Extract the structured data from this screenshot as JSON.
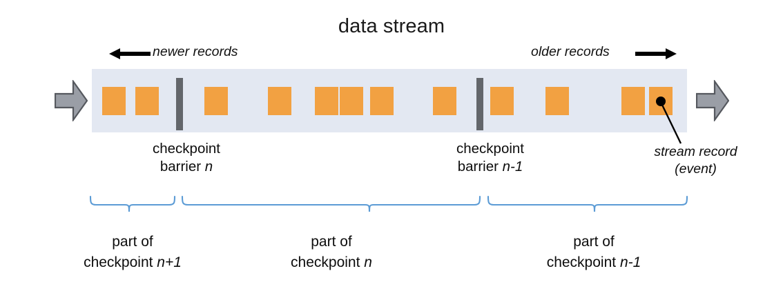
{
  "diagram": {
    "title": "data stream",
    "direction_labels": {
      "newer": "newer records",
      "older": "older records"
    },
    "band": {
      "color": "#e3e8f2",
      "record_color": "#f2a142",
      "barrier_color": "#63666b",
      "flow_arrow_color": "#9a9ea6",
      "brace_color": "#5b9bd5"
    },
    "barriers": [
      {
        "line1": "checkpoint",
        "line2_prefix": "barrier ",
        "line2_italic": "n"
      },
      {
        "line1": "checkpoint",
        "line2_prefix": "barrier ",
        "line2_italic": "n-1"
      }
    ],
    "record_callout": {
      "line1": "stream record",
      "line2": "(event)"
    },
    "parts": [
      {
        "line1": "part of",
        "line2_prefix": "checkpoint ",
        "line2_italic": "n+1"
      },
      {
        "line1": "part of",
        "line2_prefix": "checkpoint ",
        "line2_italic": "n"
      },
      {
        "line1": "part of",
        "line2_prefix": "checkpoint ",
        "line2_italic": "n-1"
      }
    ],
    "records_x": [
      148,
      196,
      296,
      388,
      456,
      492,
      536,
      627,
      710,
      790,
      900,
      940
    ],
    "barriers_x": [
      255,
      690
    ]
  }
}
